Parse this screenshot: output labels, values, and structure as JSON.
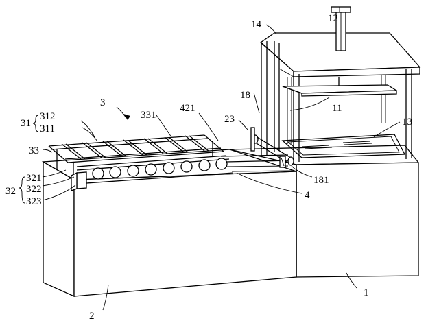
{
  "labels": {
    "l1": "1",
    "l2": "2",
    "l3": "3",
    "l4": "4",
    "l11": "11",
    "l12": "12",
    "l13": "13",
    "l14": "14",
    "l18": "18",
    "l23": "23",
    "l31": "31",
    "l311": "311",
    "l312": "312",
    "l32": "32",
    "l321": "321",
    "l322": "322",
    "l323": "323",
    "l33": "33",
    "l181": "181",
    "l331": "331",
    "l421": "421"
  }
}
